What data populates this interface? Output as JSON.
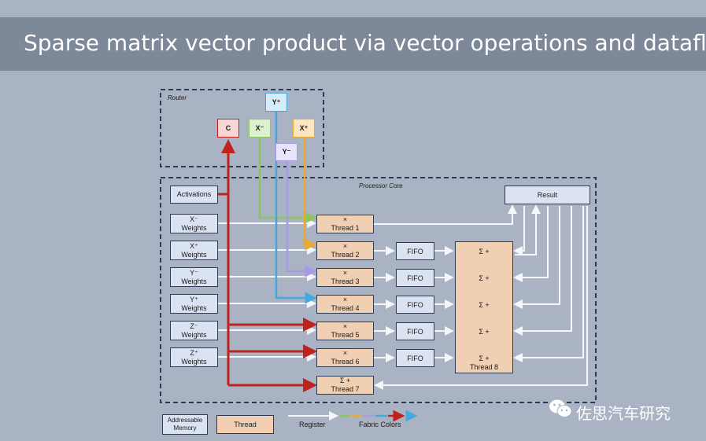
{
  "title": "Sparse matrix vector product via vector operations and dataflow",
  "router": {
    "label": "Router",
    "ports": {
      "c": "C",
      "xminus": "X⁻",
      "xplus": "X⁺",
      "yplus": "Y⁺",
      "yminus": "Y⁻"
    }
  },
  "core": {
    "label": "Processor Core",
    "activations": "Activations",
    "result": "Result",
    "weights": [
      {
        "dir": "X⁻",
        "label": "Weights"
      },
      {
        "dir": "X⁺",
        "label": "Weights"
      },
      {
        "dir": "Y⁻",
        "label": "Weights"
      },
      {
        "dir": "Y⁺",
        "label": "Weights"
      },
      {
        "dir": "Z⁻",
        "label": "Weights"
      },
      {
        "dir": "Z⁺",
        "label": "Weights"
      }
    ],
    "threads": [
      {
        "op": "×",
        "label": "Thread 1"
      },
      {
        "op": "×",
        "label": "Thread 2"
      },
      {
        "op": "×",
        "label": "Thread 3"
      },
      {
        "op": "×",
        "label": "Thread 4"
      },
      {
        "op": "×",
        "label": "Thread 5"
      },
      {
        "op": "×",
        "label": "Thread 6"
      },
      {
        "op": "Σ +",
        "label": "Thread 7"
      }
    ],
    "fifo_label": "FIFO",
    "sum_ops": [
      "Σ +",
      "Σ +",
      "Σ +",
      "Σ +",
      "Σ +"
    ],
    "sum_thread_label": "Thread 8"
  },
  "legend": {
    "memory": "Addressable Memory",
    "thread": "Thread",
    "register": "Register",
    "fabric": "Fabric Colors"
  },
  "colors": {
    "c": "#c0231c",
    "xminus": "#8cc45e",
    "xplus": "#eaa932",
    "yplus": "#45a9e0",
    "yminus": "#a79ae6",
    "register": "#f4f6fa"
  },
  "watermark": "佐思汽车研究"
}
